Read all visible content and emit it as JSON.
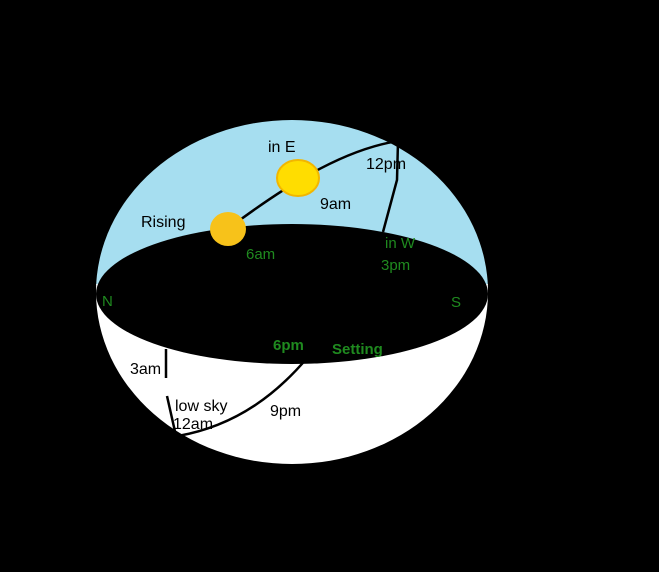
{
  "colors": {
    "background": "#000000",
    "sky": "#a6def0",
    "ground": "#ffffff",
    "horizon_plane": "#000000",
    "sun": "#ffdd00",
    "sun_outline": "#f2b600",
    "rising_sun": "#f7c21a",
    "path": "#000000",
    "green_text": "#1f8a1f"
  },
  "labels": {
    "in_e": "in E",
    "noon": "12pm",
    "nine_am": "9am",
    "rising": "Rising",
    "six_am": "6am",
    "in_w": "in W",
    "three_pm": "3pm",
    "north": "N",
    "south": "S",
    "six_pm": "6pm",
    "setting": "Setting",
    "three_am": "3am",
    "low_sky": "low sky",
    "midnight": "12am",
    "nine_pm": "9pm"
  }
}
